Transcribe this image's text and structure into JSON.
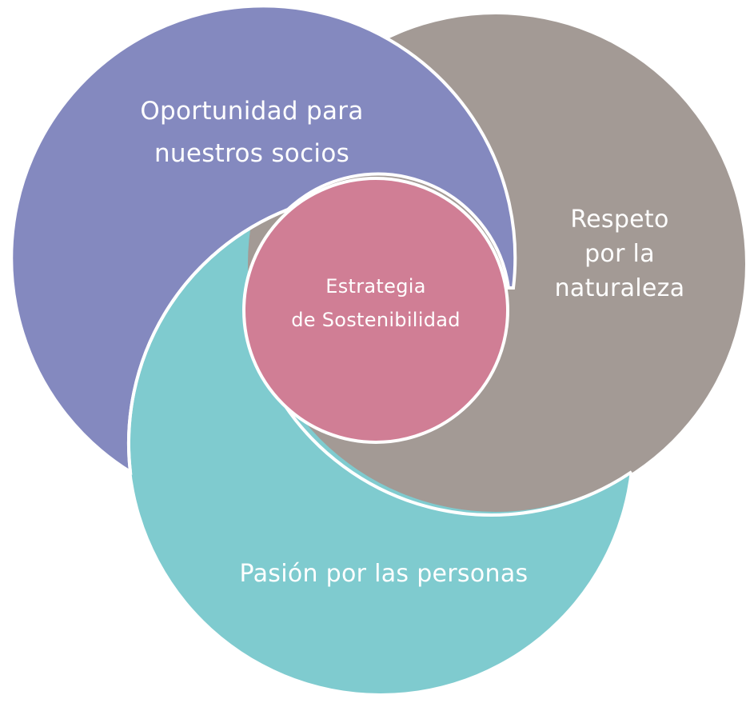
{
  "diagram": {
    "type": "overlapping-circles",
    "colors": {
      "purple": "#8489BF",
      "gray": "#A39A95",
      "teal": "#7FCBCF",
      "pink": "#D07E95",
      "stroke": "#FFFFFF",
      "text": "#FFFFFF"
    },
    "circles": [
      {
        "id": "purple",
        "label_lines": [
          "Oportunidad para",
          "nuestros socios"
        ]
      },
      {
        "id": "gray",
        "label_lines": [
          "Respeto",
          "por la",
          "naturaleza"
        ]
      },
      {
        "id": "teal",
        "label_lines": [
          "Pasión por las personas"
        ]
      },
      {
        "id": "pink",
        "label_lines": [
          "Estrategia",
          "de Sostenibilidad"
        ]
      }
    ]
  }
}
